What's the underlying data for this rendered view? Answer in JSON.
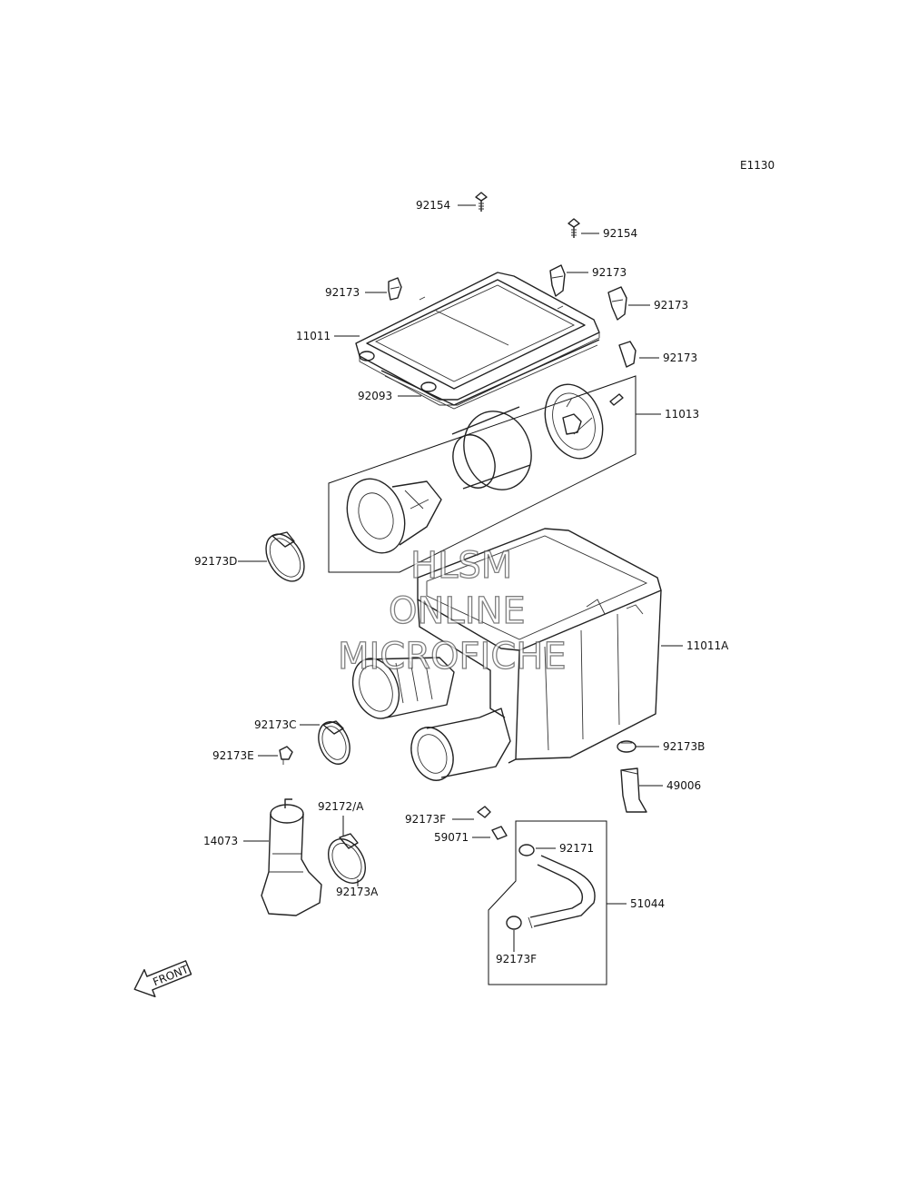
{
  "diagram_code": "E1130",
  "watermark": [
    "HLSM",
    "ONLINE",
    "MICROFICHE"
  ],
  "front_label": "FRONT",
  "labels": {
    "p92154_top": "92154",
    "p92154_right": "92154",
    "p92173_a": "92173",
    "p92173_b": "92173",
    "p92173_c": "92173",
    "p92173_d": "92173",
    "p11011": "11011",
    "p92093": "92093",
    "p11013": "11013",
    "p92173D": "92173D",
    "p11011A": "11011A",
    "p92173C": "92173C",
    "p92173E": "92173E",
    "p92173B": "92173B",
    "p49006": "49006",
    "p14073": "14073",
    "p92172A": "92172/A",
    "p92173A": "92173A",
    "p92173F_top": "92173F",
    "p59071": "59071",
    "p92171": "92171",
    "p51044": "51044",
    "p92173F_bottom": "92173F"
  }
}
